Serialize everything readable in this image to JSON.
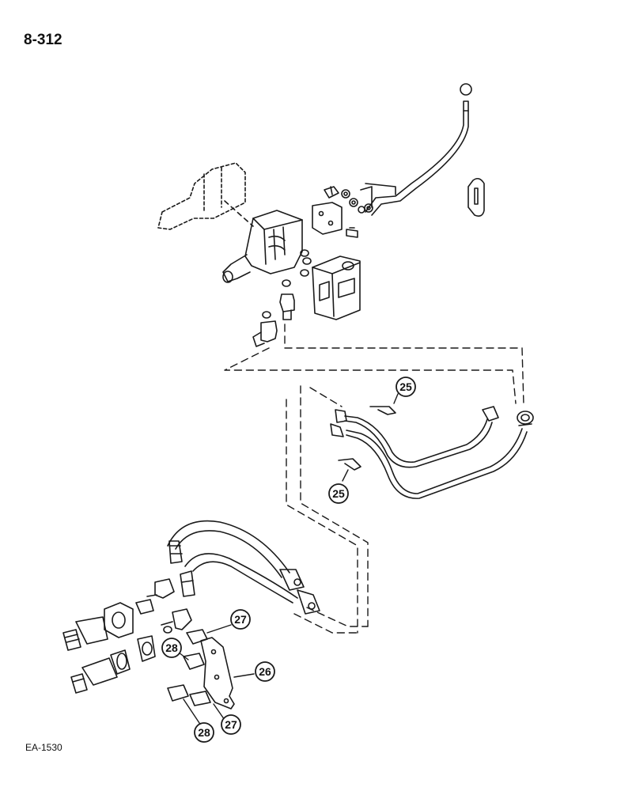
{
  "page": {
    "number": "8-312",
    "figure_code": "EA-1530"
  },
  "callouts": {
    "c25a": "25",
    "c25b": "25",
    "c27a": "27",
    "c27b": "27",
    "c28a": "28",
    "c28b": "28",
    "c26": "26"
  },
  "colors": {
    "line": "#1a1a1a",
    "background": "#ffffff"
  }
}
